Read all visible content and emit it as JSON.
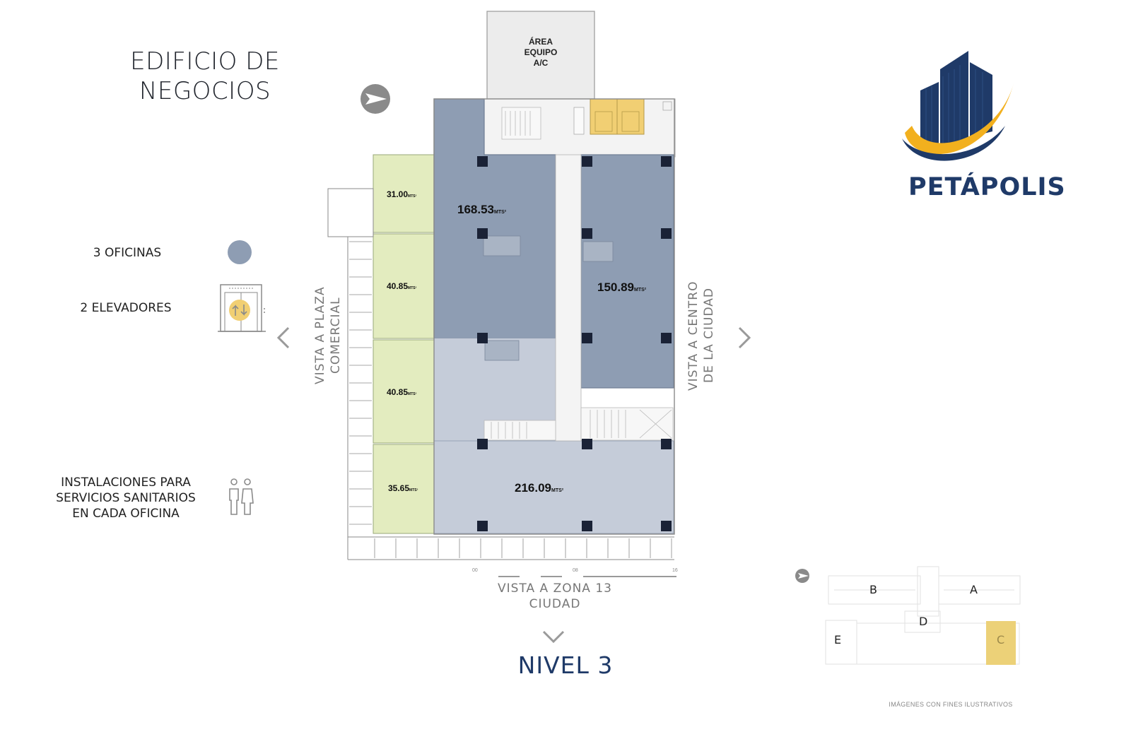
{
  "header": {
    "title_line1": "EDIFICIO DE",
    "title_line2": "NEGOCIOS"
  },
  "brand": {
    "name": "PETÁPOLIS",
    "colors": {
      "navy": "#1f3a68",
      "gold": "#f2b01e"
    }
  },
  "legend": {
    "offices": {
      "label": "3 OFICINAS",
      "icon": "office-color-dot",
      "color": "#8e9db3"
    },
    "elevators": {
      "label": "2 ELEVADORES",
      "icon": "elevator-icon"
    },
    "restrooms": {
      "line1": "INSTALACIONES PARA",
      "line2": "SERVICIOS SANITARIOS",
      "line3": "EN CADA OFICINA",
      "icon": "restroom-icon"
    }
  },
  "floorplan": {
    "equipment_area": {
      "line1": "ÁREA",
      "line2": "EQUIPO",
      "line3": "A/C"
    },
    "areas": {
      "office_top_left": "168.53",
      "office_right": "150.89",
      "office_bottom": "216.09",
      "local_1": "31.00",
      "local_2": "40.85",
      "local_3": "40.85",
      "local_4": "35.65"
    },
    "unit": "MTS²",
    "colors": {
      "office": "#8e9db3",
      "office_light": "#c5ccd9",
      "local": "#e3ecbf",
      "elevator": "#f1cf73"
    },
    "scale": {
      "start": "00",
      "mid": "08",
      "end": "16"
    }
  },
  "views": {
    "left_line1": "VISTA A PLAZA",
    "left_line2": "COMERCIAL",
    "right_line1": "VISTA A CENTRO",
    "right_line2": "DE LA CIUDAD",
    "bottom_line1": "VISTA A ZONA 13",
    "bottom_line2": "CIUDAD"
  },
  "level": "NIVEL 3",
  "keyplan": {
    "letters": [
      "A",
      "B",
      "C",
      "D",
      "E"
    ],
    "highlight": "C",
    "highlight_color": "#ecd178"
  },
  "footnote": "IMÁGENES CON FINES ILUSTRATIVOS"
}
